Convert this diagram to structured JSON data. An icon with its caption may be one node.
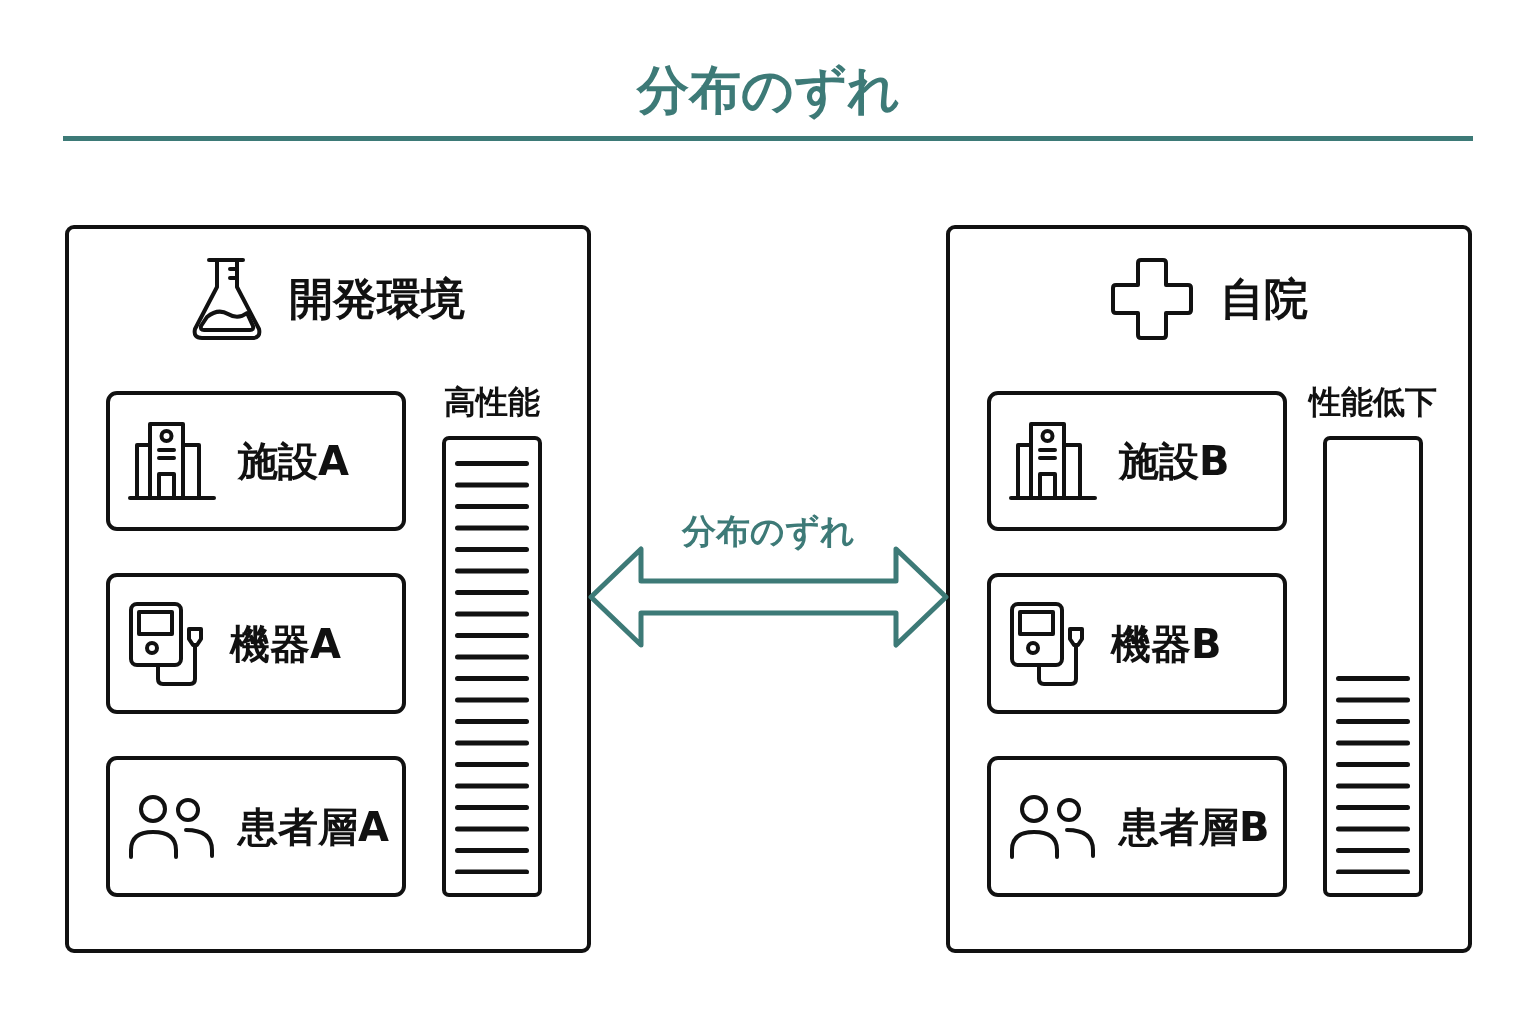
{
  "diagram": {
    "title": "分布のずれ",
    "nodes": [
      {
        "text": [
          "開発環境"
        ]
      },
      {
        "text": [
          "施設A"
        ],
        "in": 0
      },
      {
        "text": [
          "機器A"
        ],
        "in": 0
      },
      {
        "text": [
          "患者層A"
        ],
        "in": 0
      },
      {
        "text": [
          "高性能"
        ],
        "in": 0
      },
      {
        "text": [
          "自院"
        ]
      },
      {
        "text": [
          "施設B"
        ],
        "in": 5
      },
      {
        "text": [
          "機器B"
        ],
        "in": 5
      },
      {
        "text": [
          "患者層B"
        ],
        "in": 5
      },
      {
        "text": [
          "性能低下"
        ],
        "in": 5
      }
    ],
    "edges": [
      {
        "from": 0,
        "to": 5,
        "arrow": "both",
        "label": "分布のずれ",
        "color": "#3d7a77"
      }
    ]
  }
}
